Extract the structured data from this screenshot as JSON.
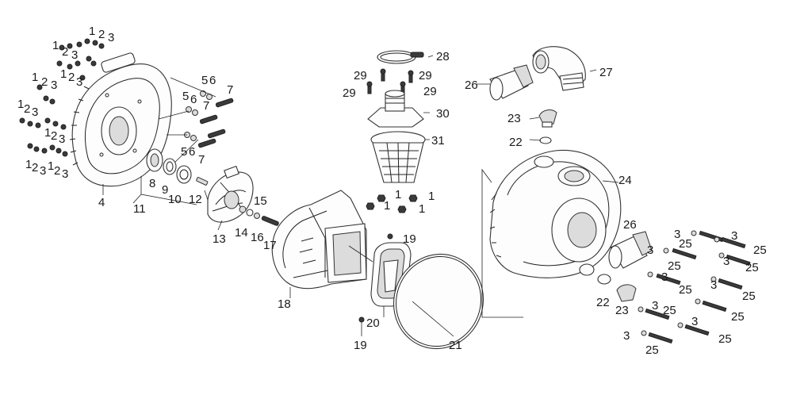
{
  "labels": {
    "n1": "1",
    "n2": "2",
    "n3": "3",
    "n4": "4",
    "n5": "5",
    "n6": "6",
    "n7": "7",
    "n8": "8",
    "n9": "9",
    "n10": "10",
    "n11": "11",
    "n12": "12",
    "n13": "13",
    "n14": "14",
    "n15": "15",
    "n16": "16",
    "n17": "17",
    "n18": "18",
    "n19": "19",
    "n20": "20",
    "n21": "21",
    "n22": "22",
    "n23": "23",
    "n24": "24",
    "n25": "25",
    "n26": "26",
    "n27": "27",
    "n28": "28",
    "n29": "29",
    "n30": "30",
    "n31": "31"
  },
  "colors": {
    "line": "#222222",
    "part_fill": "#fdfdfd",
    "shade": "#dcdcdc",
    "dark": "#3a3a3a"
  }
}
